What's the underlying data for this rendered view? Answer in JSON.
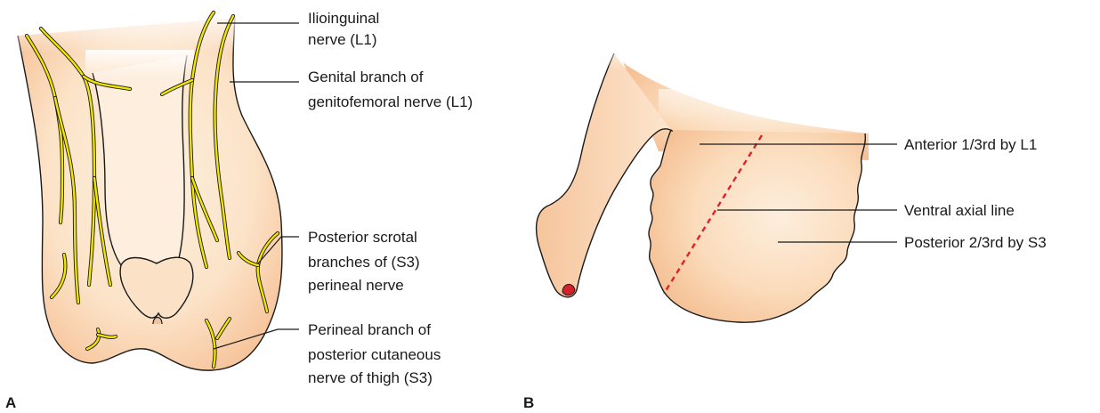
{
  "panel_a": {
    "panel_label": "A",
    "labels": {
      "ilioinguinal": [
        "Ilioinguinal",
        "nerve (L1)"
      ],
      "genital_branch": [
        "Genital branch of",
        "genitofemoral nerve (L1)"
      ],
      "posterior_scrotal": [
        "Posterior scrotal",
        "branches of (S3)",
        "perineal nerve"
      ],
      "perineal_branch": [
        "Perineal branch of",
        "posterior cutaneous",
        "nerve of thigh (S3)"
      ]
    }
  },
  "panel_b": {
    "panel_label": "B",
    "labels": {
      "anterior": "Anterior 1/3rd by L1",
      "axial_line": "Ventral axial line",
      "posterior": "Posterior 2/3rd by S3"
    }
  },
  "colors": {
    "skin_light": "#fdebd4",
    "skin_dark": "#f7c59b",
    "nerve": "#f2e600",
    "axial_line": "#e0212b",
    "urethral_meatus": "#d6212b"
  }
}
